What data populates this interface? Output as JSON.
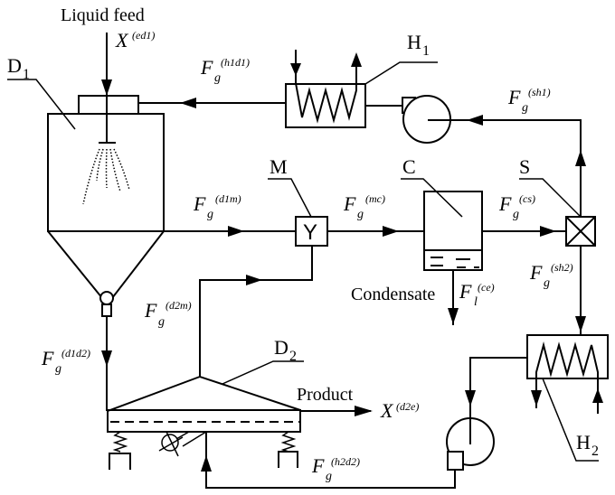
{
  "diagram": {
    "title": "Spray drying process flow",
    "units": {
      "D1": {
        "name": "D",
        "index": "1"
      },
      "D2": {
        "name": "D",
        "index": "2"
      },
      "H1": {
        "name": "H",
        "index": "1"
      },
      "H2": {
        "name": "H",
        "index": "2"
      },
      "M": {
        "name": "M"
      },
      "C": {
        "name": "C"
      },
      "S": {
        "name": "S"
      }
    },
    "labels": {
      "liquid_feed": "Liquid feed",
      "condensate": "Condensate",
      "product": "Product",
      "mixer_symbol": "Y"
    },
    "streams": {
      "x_ed1": {
        "main": "X",
        "sub": "",
        "sup": "(ed1)"
      },
      "h1d1": {
        "main": "F",
        "sub": "g",
        "sup": "(h1d1)"
      },
      "sh1": {
        "main": "F",
        "sub": "g",
        "sup": "(sh1)"
      },
      "d1m": {
        "main": "F",
        "sub": "g",
        "sup": "(d1m)"
      },
      "mc": {
        "main": "F",
        "sub": "g",
        "sup": "(mc)"
      },
      "cs": {
        "main": "F",
        "sub": "g",
        "sup": "(cs)"
      },
      "ce": {
        "main": "F",
        "sub": "l",
        "sup": "(ce)"
      },
      "sh2": {
        "main": "F",
        "sub": "g",
        "sup": "(sh2)"
      },
      "d2m": {
        "main": "F",
        "sub": "g",
        "sup": "(d2m)"
      },
      "d1d2": {
        "main": "F",
        "sub": "g",
        "sup": "(d1d2)"
      },
      "x_d2e": {
        "main": "X",
        "sub": "",
        "sup": "(d2e)"
      },
      "h2d2": {
        "main": "F",
        "sub": "g",
        "sup": "(h2d2)"
      }
    }
  }
}
